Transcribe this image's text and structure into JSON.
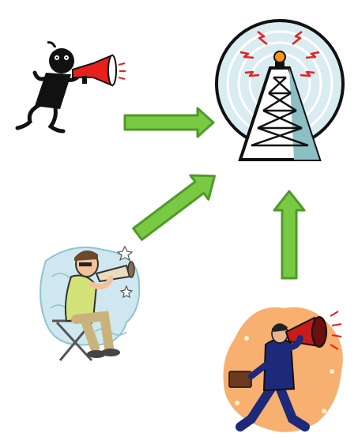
{
  "diagram": {
    "nodes": [
      {
        "id": "stick-figure-megaphone",
        "icon": "stick-figure-megaphone-icon"
      },
      {
        "id": "radio-tower",
        "icon": "radio-tower-icon"
      },
      {
        "id": "director-megaphone",
        "icon": "director-megaphone-icon"
      },
      {
        "id": "businessman-megaphone",
        "icon": "businessman-megaphone-icon"
      }
    ],
    "edges": [
      {
        "from": "stick-figure-megaphone",
        "to": "radio-tower",
        "color": "#7ac943"
      },
      {
        "from": "director-megaphone",
        "to": "radio-tower",
        "color": "#7ac943"
      },
      {
        "from": "businessman-megaphone",
        "to": "radio-tower",
        "color": "#7ac943"
      }
    ],
    "colors": {
      "arrow_fill": "#7ac943",
      "arrow_stroke": "#4e9a2a",
      "megaphone_red": "#e8201c",
      "tower_glow": "#d9ecf2",
      "businessman_background": "#f7b070"
    }
  }
}
